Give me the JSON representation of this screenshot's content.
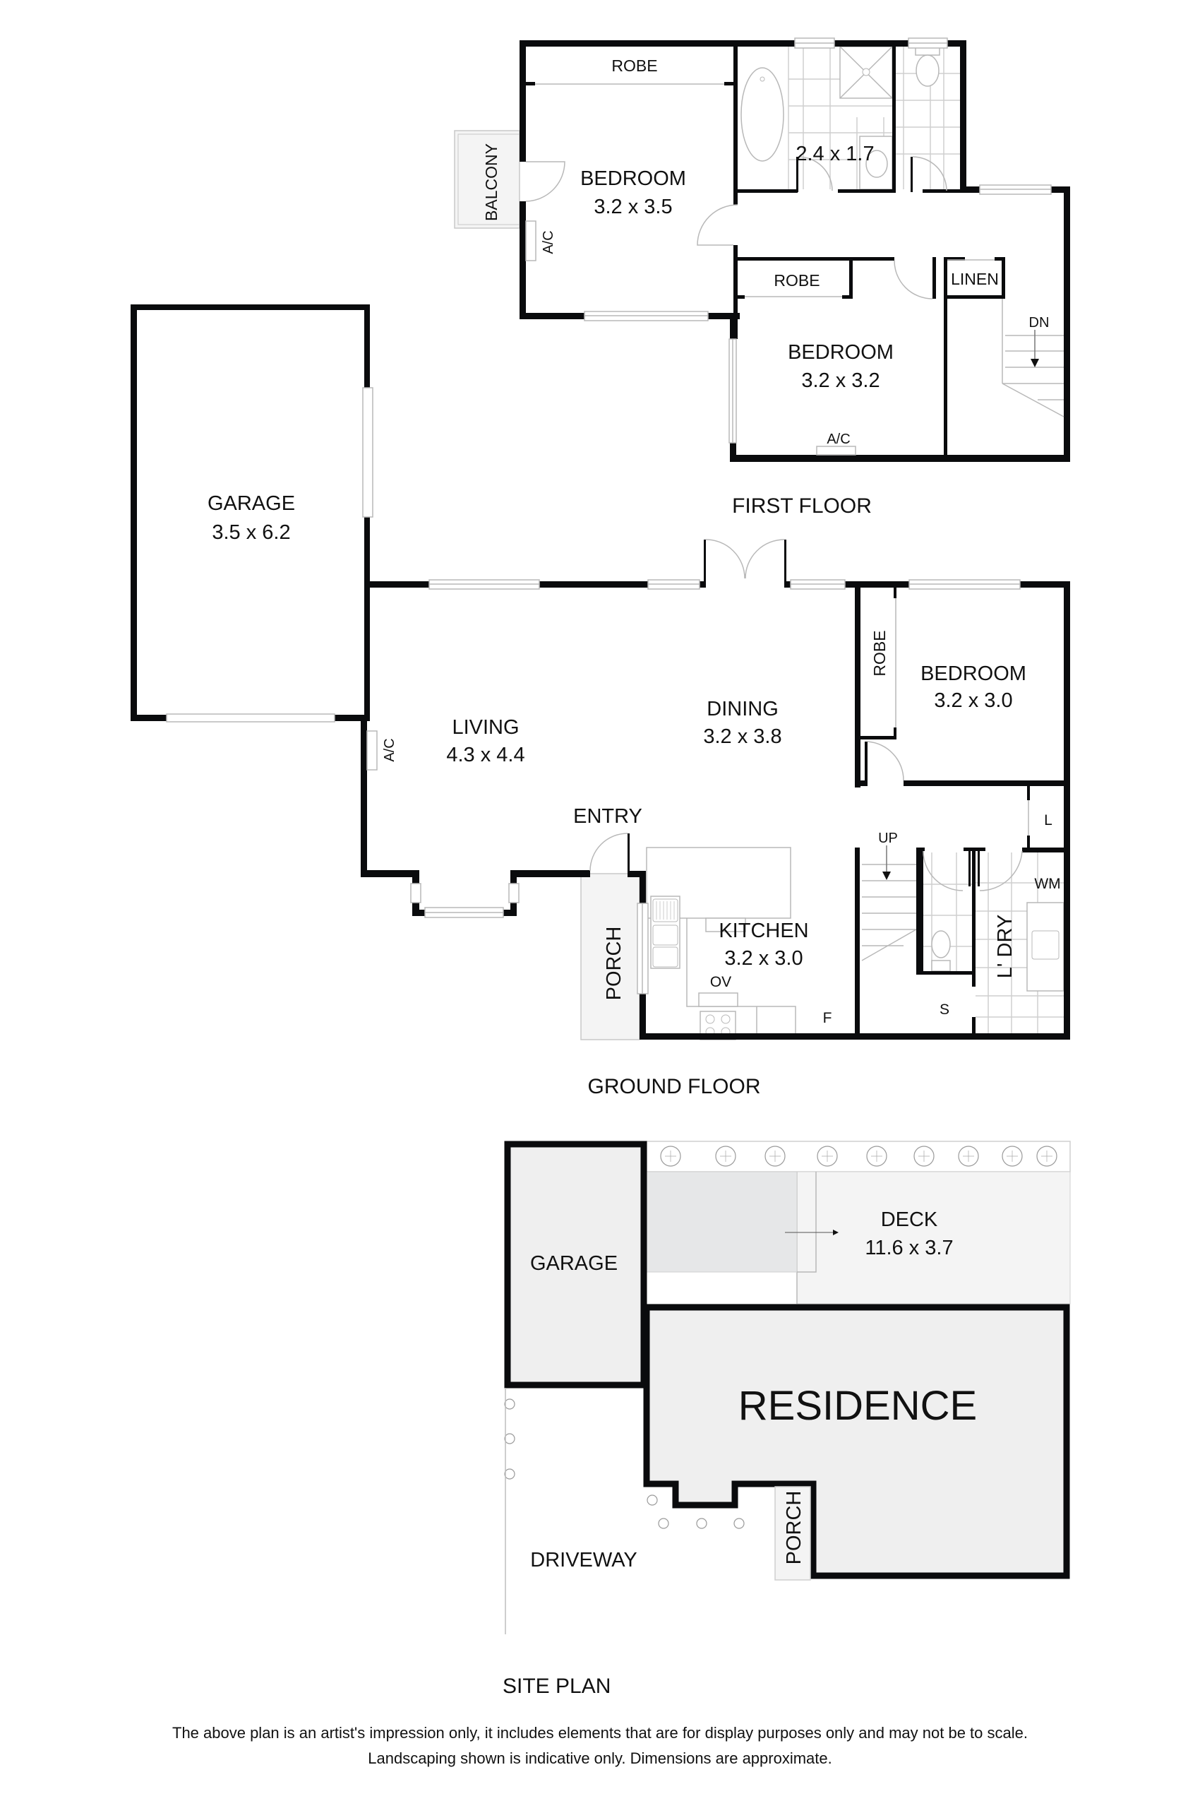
{
  "first_floor": {
    "title": "FIRST FLOOR",
    "rooms": [
      {
        "name": "BEDROOM",
        "dims": "3.2 x 3.5"
      },
      {
        "name": "BEDROOM",
        "dims": "3.2 x 3.2"
      }
    ],
    "bathroom_dims": "2.4 x 1.7",
    "labels": {
      "robe_1": "ROBE",
      "robe_2": "ROBE",
      "balcony": "BALCONY",
      "ac_1": "A/C",
      "ac_2": "A/C",
      "linen": "LINEN",
      "stairs": "DN"
    }
  },
  "ground_floor": {
    "title": "GROUND FLOOR",
    "rooms": [
      {
        "name": "GARAGE",
        "dims": "3.5 x 6.2"
      },
      {
        "name": "LIVING",
        "dims": "4.3 x 4.4"
      },
      {
        "name": "DINING",
        "dims": "3.2 x 3.8"
      },
      {
        "name": "BEDROOM",
        "dims": "3.2 x 3.0"
      },
      {
        "name": "KITCHEN",
        "dims": "3.2 x 3.0"
      }
    ],
    "labels": {
      "ac": "A/C",
      "robe": "ROBE",
      "entry": "ENTRY",
      "porch": "PORCH",
      "stairs": "UP",
      "linen": "L",
      "washing_machine": "WM",
      "laundry": "L' DRY",
      "oven": "OV",
      "fridge": "F",
      "storage": "S"
    }
  },
  "site_plan": {
    "title": "SITE PLAN",
    "labels": {
      "garage": "GARAGE",
      "deck": "DECK",
      "deck_dims": "11.6 x 3.7",
      "residence": "RESIDENCE",
      "driveway": "DRIVEWAY",
      "porch": "PORCH"
    }
  },
  "disclaimer": {
    "line1": "The above plan is an artist's impression only, it includes elements that are for display purposes only and may not be to scale.",
    "line2": "Landscaping shown is indicative only. Dimensions are approximate."
  },
  "colors": {
    "wall": "#0a0b0d",
    "fill_light": "#f4f4f4",
    "fill_medium": "#efefef",
    "pool": "#e6e7e8",
    "fixture_line": "#b8b8b8"
  }
}
